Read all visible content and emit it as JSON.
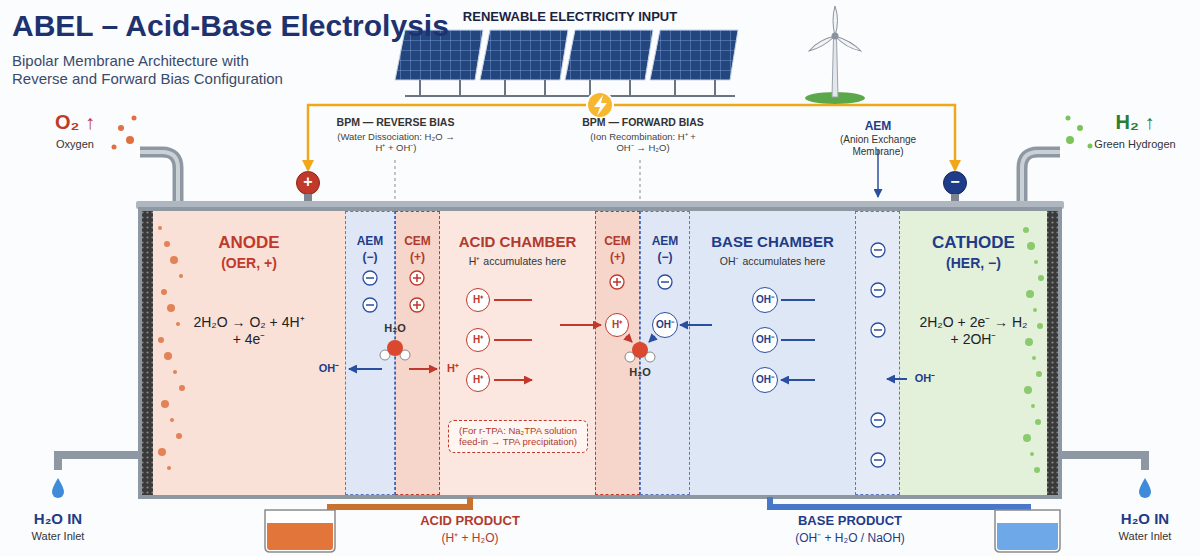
{
  "diagram": {
    "title": "ABEL – Acid-Base Electrolysis",
    "nodes": [
      {
        "text": [
          "+"
        ]
      },
      {
        "text": [
          "−"
        ]
      },
      {
        "text": [
          "ANODE",
          "(OER, +)",
          "2H₂O → O₂ + 4H⁺ + 4e⁻"
        ]
      },
      {
        "text": [
          "AEM",
          "(−)"
        ]
      },
      {
        "text": [
          "CEM",
          "(+)"
        ]
      },
      {
        "text": [
          "ACID CHAMBER",
          "H⁺ accumulates here"
        ]
      },
      {
        "text": [
          "H⁺"
        ],
        "in": 5
      },
      {
        "text": [
          "H⁺"
        ],
        "in": 5
      },
      {
        "text": [
          "H⁺"
        ],
        "in": 5
      },
      {
        "text": [
          "(For r-TPA: Na₂TPA solution feed-in → TPA precipitation)"
        ],
        "in": 5
      },
      {
        "text": [
          "CEM",
          "(+)"
        ]
      },
      {
        "text": [
          "H⁺"
        ],
        "in": 10
      },
      {
        "text": [
          "AEM",
          "(−)"
        ]
      },
      {
        "text": [
          "OH⁻"
        ],
        "in": 12
      },
      {
        "text": [
          "BASE CHAMBER",
          "OH⁻ accumulates here"
        ]
      },
      {
        "text": [
          "OH⁻"
        ],
        "in": 14
      },
      {
        "text": [
          "OH⁻"
        ],
        "in": 14
      },
      {
        "text": [
          "OH⁻"
        ],
        "in": 14
      },
      {
        "text": [
          "AEM",
          "(Anion Exchange Membrane)"
        ]
      },
      {
        "text": [
          "CATHODE",
          "(HER, −)",
          "2H₂O + 2e⁻ → H₂ + 2OH⁻"
        ]
      }
    ],
    "edges": [
      {
        "from": 0,
        "to": 1,
        "arrow": "both"
      }
    ],
    "labels": [
      "Bipolar Membrane Architecture with Reverse and Forward Bias Configuration",
      "RENEWABLE ELECTRICITY INPUT",
      "O₂ ↑",
      "Oxygen",
      "H₂ ↑",
      "Green Hydrogen",
      "BPM — REVERSE BIAS",
      "(Water Dissociation: H₂O → H⁺ + OH⁻)",
      "BPM — FORWARD BIAS",
      "(Ion Recombination: H⁺ + OH⁻ → H₂O)",
      "H₂O",
      "OH⁻",
      "H⁺",
      "H₂O",
      "OH⁻",
      "ACID PRODUCT",
      "(H⁺ + H₂O)",
      "BASE PRODUCT",
      "(OH⁻ + H₂O / NaOH)",
      "H₂O IN",
      "Water Inlet",
      "H₂O IN",
      "Water Inlet"
    ]
  }
}
